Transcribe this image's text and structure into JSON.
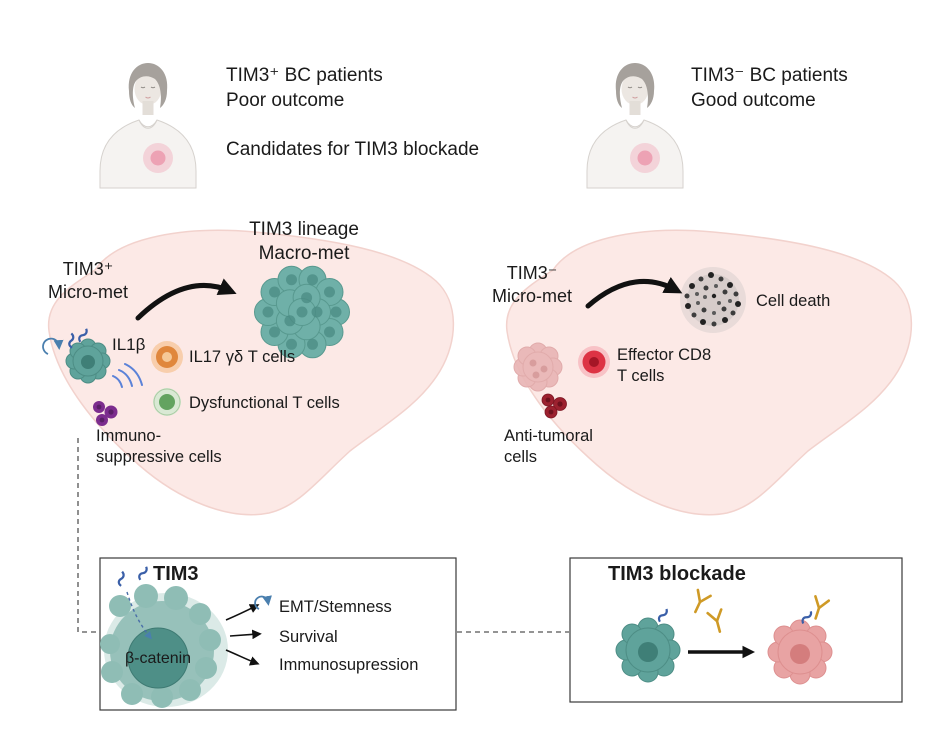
{
  "patients": {
    "left": {
      "line1": "TIM3⁺ BC patients",
      "line2": "Poor outcome",
      "line3": "Candidates for TIM3 blockade"
    },
    "right": {
      "line1": "TIM3⁻ BC patients",
      "line2": "Good outcome"
    }
  },
  "liver_left": {
    "micromet": "TIM3⁺\nMicro-met",
    "macromet": "TIM3 lineage\nMacro-met",
    "il1b": "IL1β",
    "il17": "IL17 γδ T cells",
    "dysfunctional": "Dysfunctional T cells",
    "immunosuppressive": "Immuno-\nsuppressive cells"
  },
  "liver_right": {
    "micromet": "TIM3⁻\nMicro-met",
    "cell_death": "Cell death",
    "effector": "Effector CD8\nT cells",
    "antitumoral": "Anti-tumoral\ncells"
  },
  "tim3_box": {
    "title": "TIM3",
    "nucleus": "β-catenin",
    "outcome1": "EMT/Stemness",
    "outcome2": "Survival",
    "outcome3": "Immunosupression"
  },
  "blockade_box": {
    "title": "TIM3 blockade"
  },
  "colors": {
    "liver_pink": "#fce9e6",
    "tumor_teal": "#5fa39b",
    "macromet_teal": "#6fb0a8",
    "orange_cell": "#e0873c",
    "green_cell": "#63a360",
    "purple_cell": "#7c2d8e",
    "red_cell": "#dd3344",
    "dark_red_cell": "#9c212f",
    "dying_pink": "#e9b6b6",
    "antibody_gold": "#cf9a26",
    "receptor_blue": "#3a5fa8",
    "arrow_black": "#111111"
  }
}
